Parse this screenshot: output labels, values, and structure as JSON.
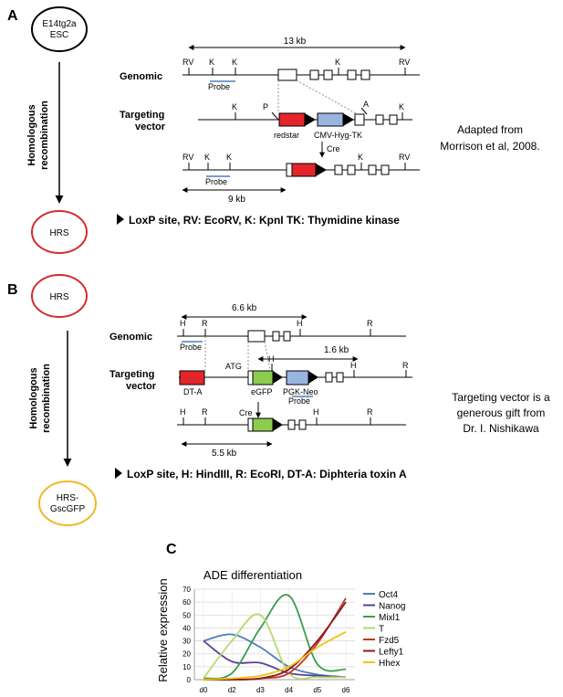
{
  "panel_a": {
    "letter": "A",
    "start_cell": [
      "E14tg2a",
      "ESC"
    ],
    "end_cell": "HRS",
    "arrow_label": [
      "Homologous",
      "recombination"
    ],
    "scale_label": "13 kb",
    "row_genomic": "Genomic",
    "row_targeting": [
      "Targeting",
      "vector"
    ],
    "site_rv": "RV",
    "site_k": "K",
    "site_p": "P",
    "site_a": "A",
    "probe": "Probe",
    "redstar": "redstar",
    "cassette": "CMV-Hyg-TK",
    "cre": "Cre",
    "fragment": "9 kb",
    "note": [
      "Adapted  from",
      "Morrison et al, 2008."
    ],
    "legend": "LoxP site, RV:  EcoRV, K: KpnI TK: Thymidine kinase"
  },
  "panel_b": {
    "letter": "B",
    "start_cell": "HRS",
    "end_cell": [
      "HRS-",
      "GscGFP"
    ],
    "arrow_label": [
      "Homologous",
      "recombination"
    ],
    "scale_label": "6.6 kb",
    "row_genomic": "Genomic",
    "row_targeting": [
      "Targeting",
      "vector"
    ],
    "site_h": "H",
    "site_r": "R",
    "probe": "Probe",
    "probe2": "Probe",
    "scale2": "1.6 kb",
    "atg": "ATG",
    "dta": "DT-A",
    "egfp": "eGFP",
    "pgkneo": "PGK-Neo",
    "cre": "Cre",
    "fragment": "5.5 kb",
    "note": [
      "Targeting vector is a",
      "generous  gift from",
      "Dr. I. Nishikawa"
    ],
    "legend": "LoxP site, H: HindIII, R: EcoRI, DT-A: Diphteria toxin A"
  },
  "panel_c": {
    "letter": "C",
    "chart_data": {
      "type": "line",
      "title": "ADE differentiation",
      "xlabel": "",
      "ylabel": "Relative expression",
      "categories": [
        "d0",
        "d2",
        "d3",
        "d4",
        "d5",
        "d6"
      ],
      "ylim": [
        0,
        70
      ],
      "yticks": [
        0,
        10,
        20,
        30,
        40,
        50,
        60,
        70
      ],
      "grid": true,
      "legend_position": "right",
      "series": [
        {
          "name": "Oct4",
          "color": "#4a7ebb",
          "values": [
            30,
            35,
            25,
            10,
            4,
            2
          ]
        },
        {
          "name": "Nanog",
          "color": "#5b3f95",
          "values": [
            30,
            14,
            13,
            5,
            3,
            2
          ]
        },
        {
          "name": "Mixl1",
          "color": "#3d9b4f",
          "values": [
            1,
            5,
            40,
            65,
            12,
            8
          ]
        },
        {
          "name": "T",
          "color": "#b6d96b",
          "values": [
            1,
            30,
            50,
            5,
            2,
            2
          ]
        },
        {
          "name": "Fzd5",
          "color": "#c0392b",
          "values": [
            0,
            0,
            1,
            5,
            28,
            63
          ]
        },
        {
          "name": "Lefty1",
          "color": "#8b1a1a",
          "values": [
            0,
            0,
            1,
            8,
            30,
            60
          ]
        },
        {
          "name": "Hhex",
          "color": "#f2c40f",
          "values": [
            0,
            1,
            3,
            10,
            25,
            37
          ]
        }
      ]
    }
  }
}
